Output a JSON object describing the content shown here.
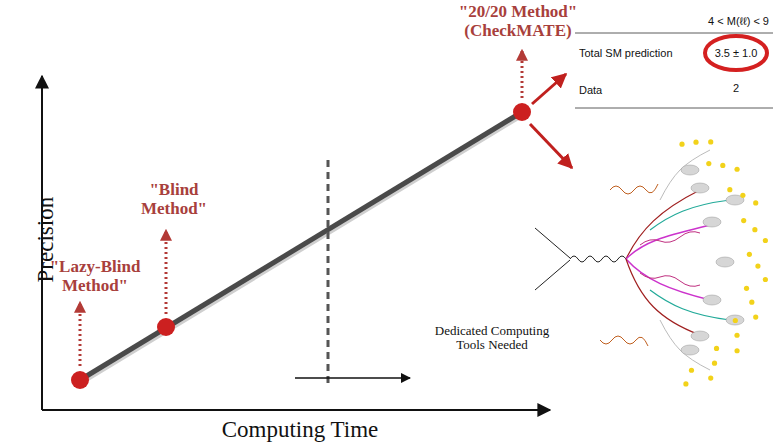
{
  "diagram": {
    "labels": [
      "Precision",
      "Computing Time",
      "\"Lazy-Blind Method\"",
      "\"Blind Method\"",
      "\"20/20 Method\" (CheckMATE)",
      "Dedicated Computing Tools Needed",
      "4 < M(ℓℓ) < 9",
      "Total SM prediction",
      "3.5 ± 1.0",
      "Data",
      "2"
    ]
  }
}
